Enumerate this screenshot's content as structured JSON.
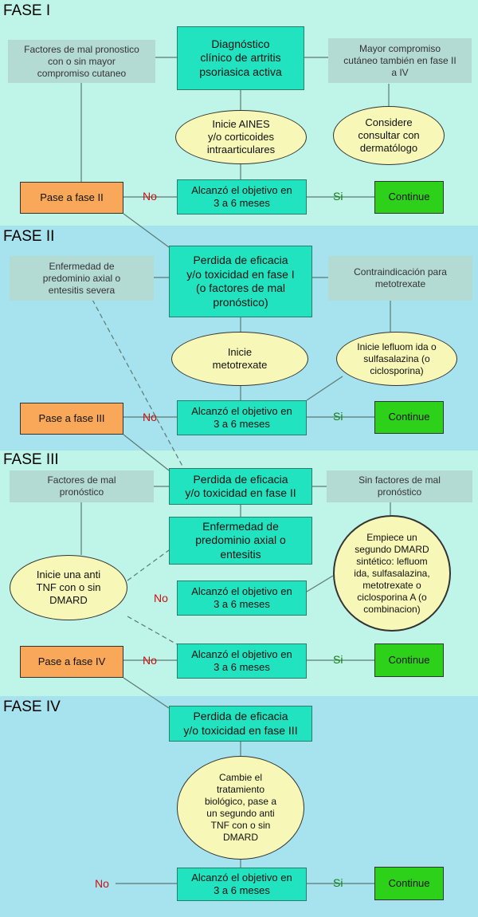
{
  "colors": {
    "phase_bg_light": "#bff5e8",
    "phase_bg_blue": "#a7e3ee",
    "main_box": "#22e3c0",
    "side_box": "#b4dad4",
    "oval": "#f7f7b8",
    "orange": "#f8a858",
    "green": "#2ed11a",
    "no": "#c81010",
    "si": "#128012"
  },
  "phase1": {
    "title": "FASE I",
    "main": "Diagnóstico\nclínico de artritis\npsoriasica activa",
    "left": "Factores de mal pronostico\ncon o sin mayor\ncompromiso cutaneo",
    "right": "Mayor compromiso\ncutáneo también en fase II\na IV",
    "oval_left": "Inicie AINES\ny/o corticoides\nintraarticulares",
    "oval_right": "Considere\nconsultar con\ndermatólogo",
    "goal": "Alcanzó el objetivo en\n3 a 6 meses",
    "fail": "Pase a fase II",
    "ok": "Continue",
    "no": "No",
    "si": "Si"
  },
  "phase2": {
    "title": "FASE II",
    "main": "Perdida de eficacia\ny/o toxicidad en fase I\n(o factores de mal\npronóstico)",
    "left": "Enfermedad de\npredominio axial o\nentesitis severa",
    "right": "Contraindicación para\nmetotrexate",
    "oval_left": "Inicie\nmetotrexate",
    "oval_right": "Inicie lefluom ida o\nsulfasalazina (o\nciclosporina)",
    "goal": "Alcanzó el objetivo en\n3 a 6 meses",
    "fail": "Pase a fase III",
    "ok": "Continue",
    "no": "No",
    "si": "Si"
  },
  "phase3": {
    "title": "FASE III",
    "main": "Perdida de eficacia\ny/o toxicidad en fase II",
    "main2": "Enfermedad de\npredominio axial o\nentesitis",
    "left": "Factores de mal\npronóstico",
    "right": "Sin factores de mal\npronóstico",
    "oval_left": "Inicie una anti\nTNF con o sin\nDMARD",
    "oval_right": "Empiece un\nsegundo DMARD\nsintético: lefluom\nida, sulfasalazina,\nmetotrexate o\nciclosporina A (o\ncombinacion)",
    "goal1": "Alcanzó el objetivo en\n3 a 6 meses",
    "goal2": "Alcanzó el objetivo en\n3 a 6 meses",
    "fail": "Pase a fase IV",
    "ok": "Continue",
    "no1": "No",
    "no2": "No",
    "si": "Si"
  },
  "phase4": {
    "title": "FASE IV",
    "main": "Perdida de eficacia\ny/o toxicidad en fase III",
    "oval": "Cambie el\ntratamiento\nbiológico, pase a\nun segundo anti\nTNF con o sin\nDMARD",
    "goal": "Alcanzó el objetivo en\n3 a 6 meses",
    "ok": "Continue",
    "no": "No",
    "si": "Si"
  }
}
